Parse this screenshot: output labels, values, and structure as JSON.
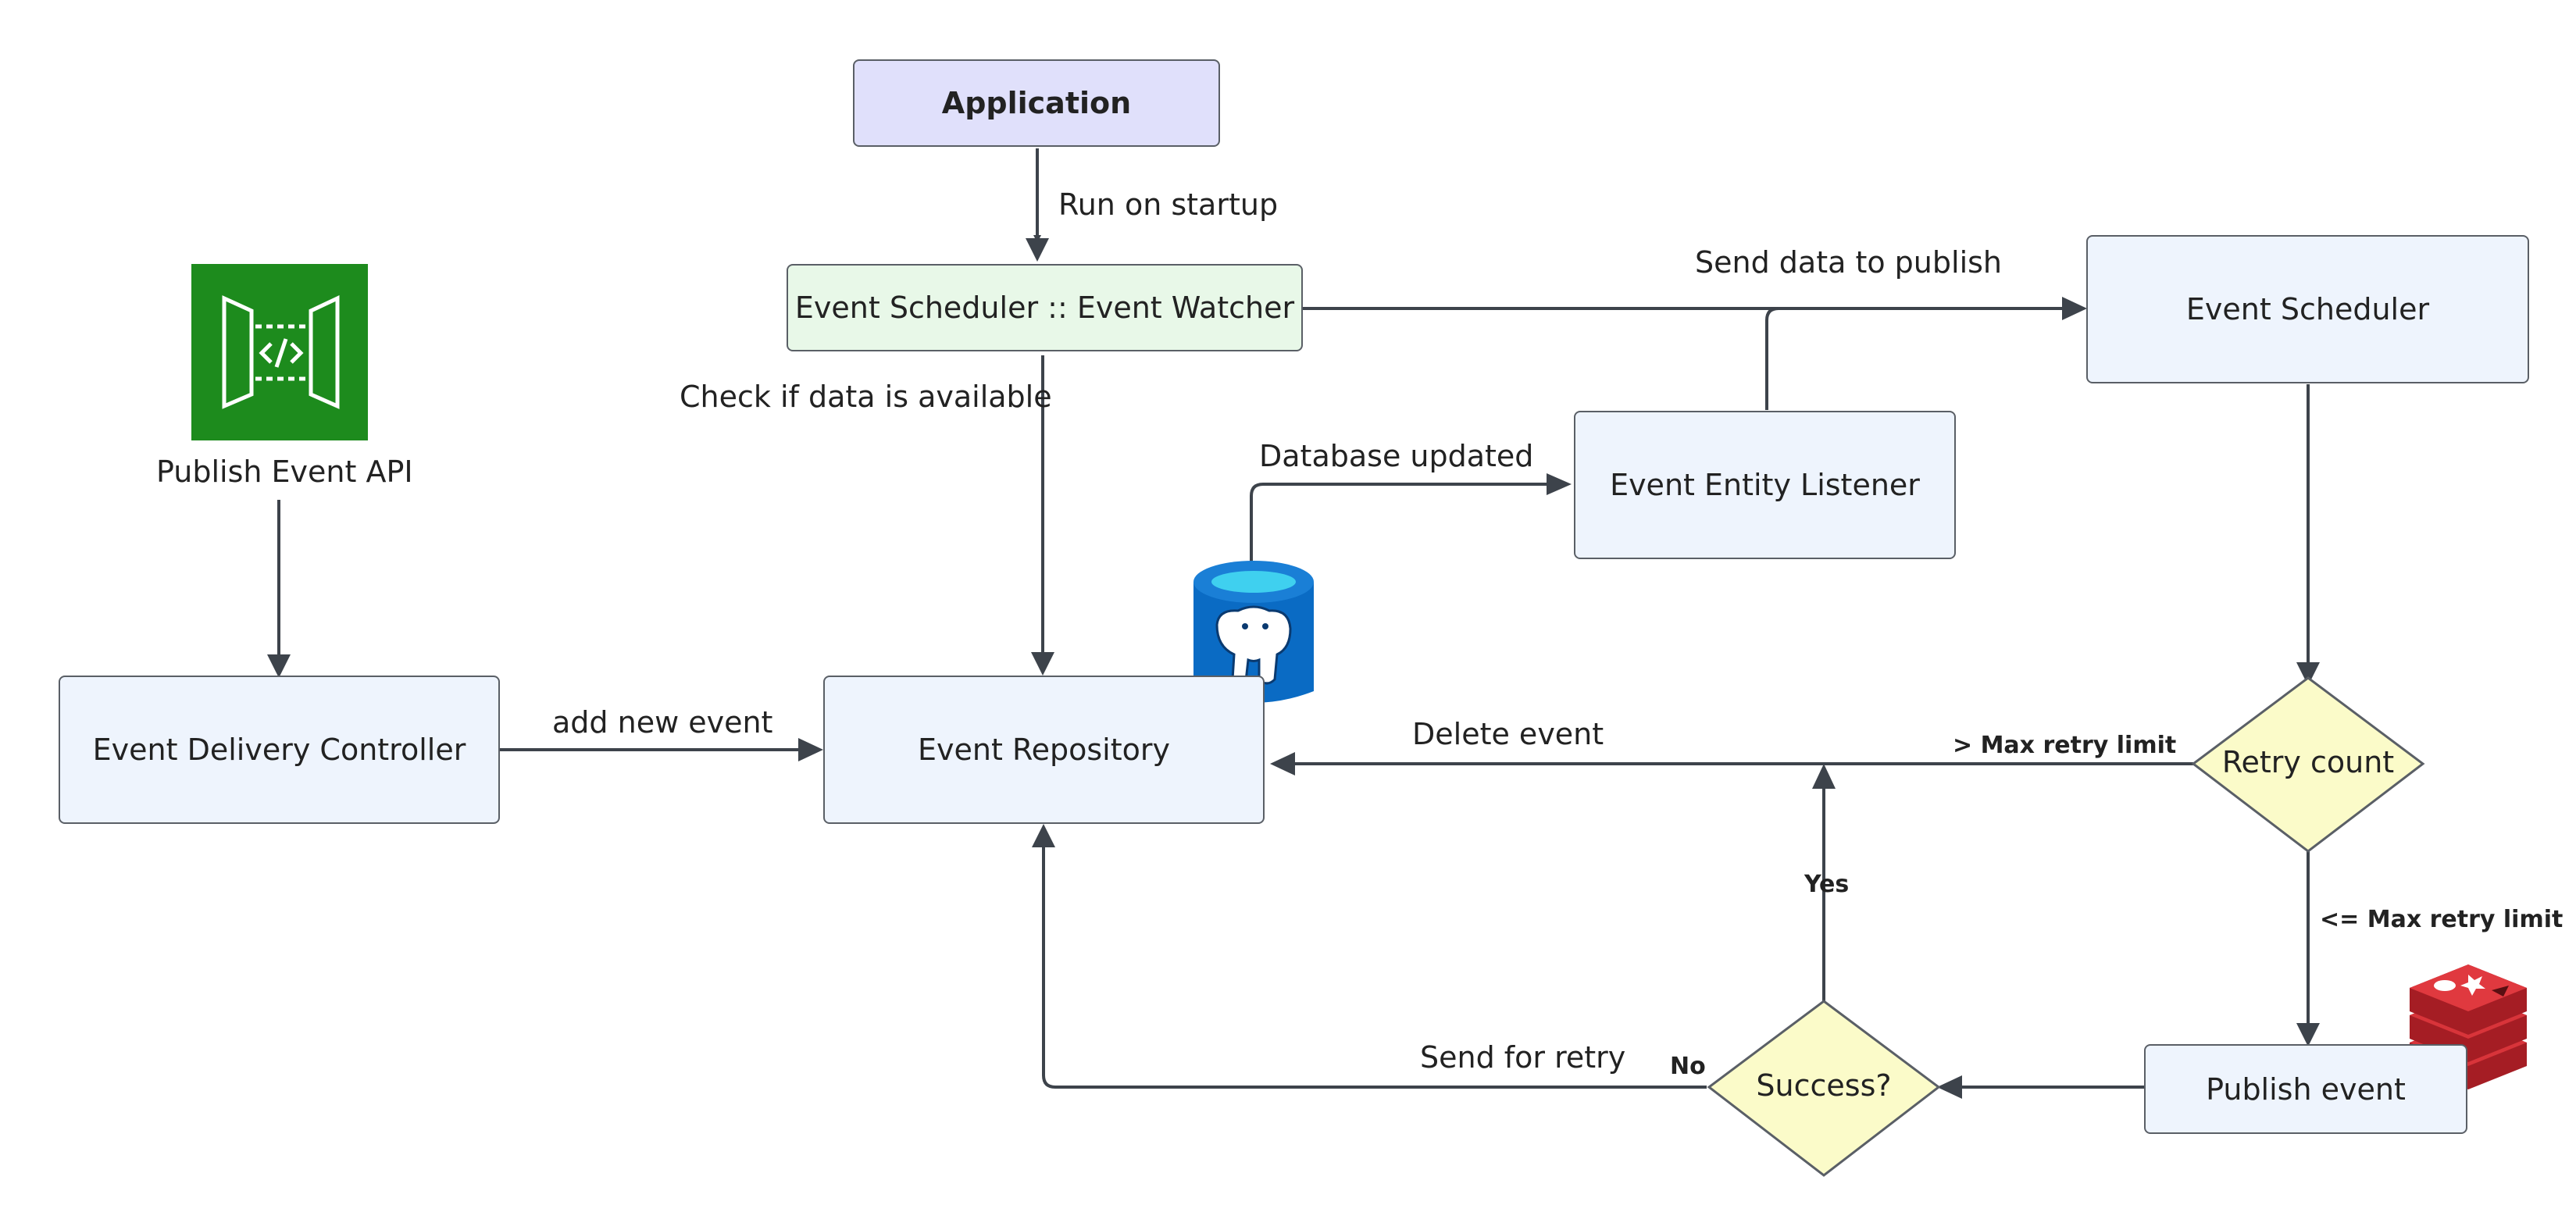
{
  "nodes": {
    "application": "Application",
    "watcher": "Event Scheduler :: Event Watcher",
    "scheduler": "Event Scheduler",
    "listener": "Event Entity Listener",
    "controller": "Event Delivery Controller",
    "repository": "Event Repository",
    "retry": "Retry count",
    "publish": "Publish event",
    "success": "Success?",
    "api": "Publish Event API"
  },
  "edges": {
    "startup": "Run on startup",
    "send_publish": "Send data to publish",
    "check_data": "Check if data is available",
    "db_updated": "Database updated",
    "add_event": "add new event",
    "delete_event": "Delete event",
    "max_retry_gt": "> Max retry limit",
    "max_retry_le": "<= Max retry limit",
    "yes": "Yes",
    "no": "No",
    "send_retry": "Send for retry"
  },
  "colors": {
    "aws_green": "#1d8b1d",
    "postgres_blue": "#0a6bc4",
    "redis_red": "#c4262b",
    "decision_fill": "#fbfbc9",
    "line": "#3d434b"
  },
  "icons": [
    "api-gateway-icon",
    "postgresql-icon",
    "redis-icon"
  ]
}
